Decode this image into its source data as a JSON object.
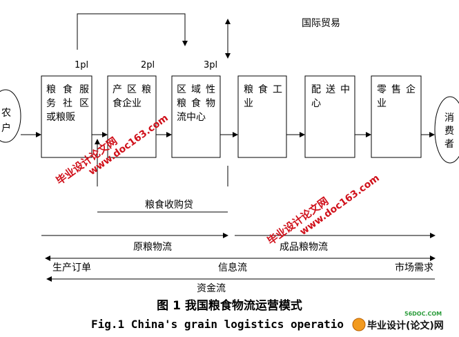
{
  "diagram": {
    "boxes": [
      {
        "id": "farmer",
        "lines": [
          "农",
          "户"
        ]
      },
      {
        "id": "community",
        "lines": [
          "粮食服",
          "务社区",
          "或粮贩"
        ]
      },
      {
        "id": "producer",
        "lines": [
          "产区粮",
          "食企业"
        ]
      },
      {
        "id": "regional",
        "lines": [
          "区域性",
          "粮食物",
          "流中心"
        ]
      },
      {
        "id": "industry",
        "lines": [
          "粮食工",
          "业"
        ]
      },
      {
        "id": "distribution",
        "lines": [
          "配送中",
          "心"
        ]
      },
      {
        "id": "retail",
        "lines": [
          "零售企",
          "业"
        ]
      },
      {
        "id": "consumer",
        "lines": [
          "消",
          "费",
          "者"
        ]
      }
    ],
    "party_labels": [
      "1pl",
      "2pl",
      "3pl"
    ],
    "top_label": "国际贸易",
    "flows": {
      "loan": "粮食收购贷",
      "raw_grain": "原粮物流",
      "product_grain": "成品粮物流",
      "production_order": "生产订单",
      "information": "信息流",
      "market_demand": "市场需求",
      "capital": "资金流"
    }
  },
  "caption_cn": "图 1 我国粮食物流运营模式",
  "caption_en": "Fig.1  China's grain logistics operatio",
  "watermarks": [
    "毕业设计论文网",
    "www.doc163.com"
  ],
  "logo": {
    "top": "56DOC.COM",
    "main": "毕业设计(论文)网"
  }
}
